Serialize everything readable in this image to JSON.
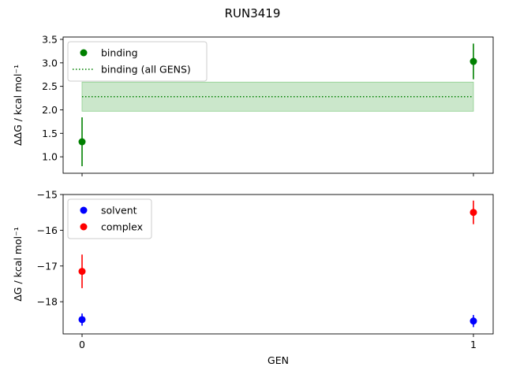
{
  "chart_data": {
    "type": "scatter",
    "title": "RUN3419",
    "xlabel": "GEN",
    "x_ticks": [
      "0",
      "1"
    ],
    "panels": [
      {
        "id": "top",
        "ylabel": "ΔΔG / kcal mol⁻¹",
        "ylim": [
          0.65,
          3.55
        ],
        "y_ticks": [
          1.0,
          1.5,
          2.0,
          2.5,
          3.0,
          3.5
        ],
        "y_tick_labels": [
          "1.0",
          "1.5",
          "2.0",
          "2.5",
          "3.0",
          "3.5"
        ],
        "legend": [
          {
            "label": "binding",
            "kind": "marker",
            "color": "#008000"
          },
          {
            "label": "binding (all GENS)",
            "kind": "dotted-line",
            "color": "#008000"
          }
        ],
        "series": [
          {
            "name": "binding",
            "color": "#008000",
            "points": [
              {
                "x": 0,
                "y": 1.32,
                "err": 0.52
              },
              {
                "x": 1,
                "y": 3.03,
                "err": 0.38
              }
            ]
          }
        ],
        "band": {
          "name": "binding (all GENS)",
          "mean": 2.28,
          "lower": 1.97,
          "upper": 2.59,
          "x_from": 0,
          "x_to": 1,
          "color": "#008000",
          "fill": "#c8e6c8"
        }
      },
      {
        "id": "bottom",
        "ylabel": "ΔG / kcal mol⁻¹",
        "ylim": [
          -18.9,
          -15.0
        ],
        "y_ticks": [
          -18,
          -17,
          -16,
          -15
        ],
        "y_tick_labels": [
          "−18",
          "−17",
          "−16",
          "−15"
        ],
        "legend": [
          {
            "label": "solvent",
            "kind": "marker",
            "color": "#0000ff"
          },
          {
            "label": "complex",
            "kind": "marker",
            "color": "#ff0000"
          }
        ],
        "series": [
          {
            "name": "solvent",
            "color": "#0000ff",
            "points": [
              {
                "x": 0,
                "y": -18.5,
                "err": 0.17
              },
              {
                "x": 1,
                "y": -18.54,
                "err": 0.17
              }
            ]
          },
          {
            "name": "complex",
            "color": "#ff0000",
            "points": [
              {
                "x": 0,
                "y": -17.15,
                "err": 0.47
              },
              {
                "x": 1,
                "y": -15.5,
                "err": 0.33
              }
            ]
          }
        ]
      }
    ]
  }
}
